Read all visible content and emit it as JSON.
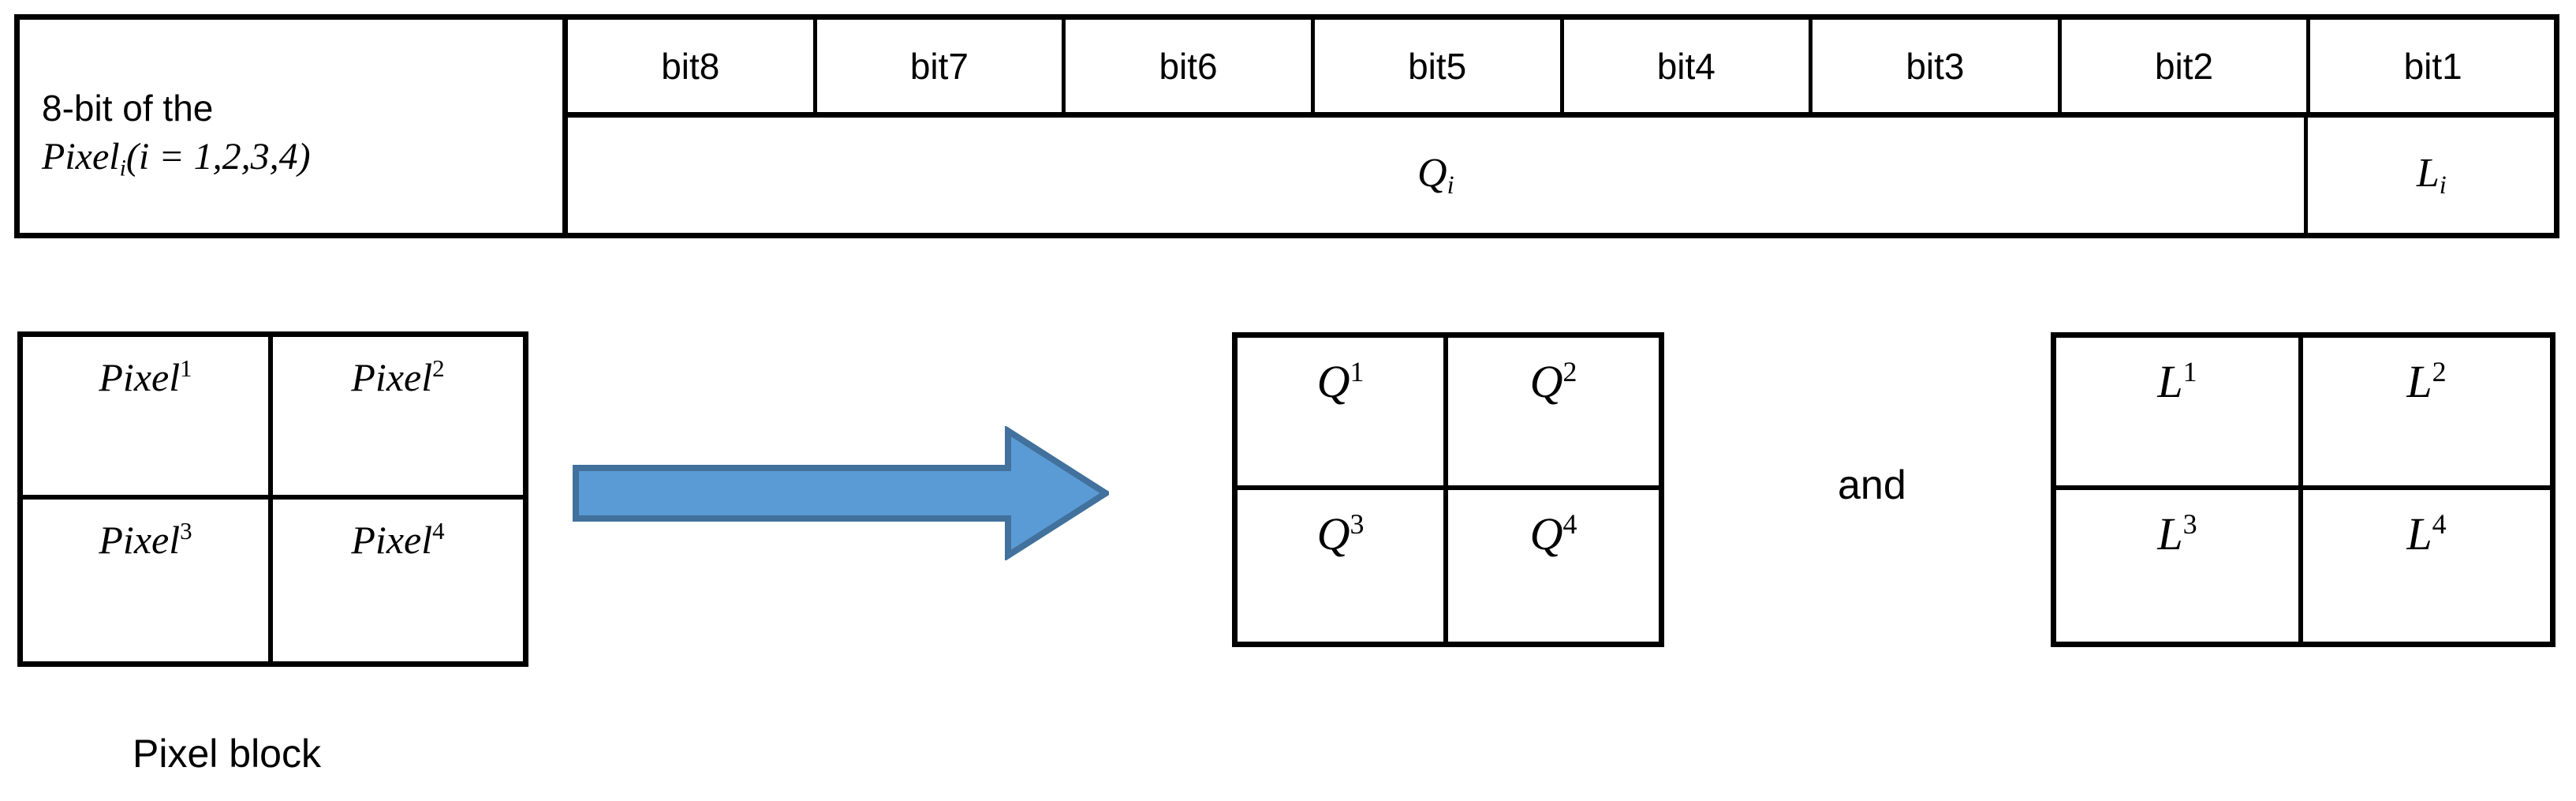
{
  "table": {
    "header_cell": {
      "line1": "8-bit of the",
      "line2_base": "Pixel",
      "line2_sub": "i",
      "line2_rest": "(i = 1,2,3,4)"
    },
    "bit_columns": [
      {
        "label": "bit8"
      },
      {
        "label": "bit7"
      },
      {
        "label": "bit6"
      },
      {
        "label": "bit5"
      },
      {
        "label": "bit4"
      },
      {
        "label": "bit3"
      },
      {
        "label": "bit2"
      },
      {
        "label": "bit1"
      }
    ],
    "second_row": {
      "q_base": "Q",
      "q_sub": "i",
      "l_base": "L",
      "l_sub": "i"
    }
  },
  "diagram": {
    "pixel_block": {
      "caption": "Pixel block",
      "cells": [
        {
          "base": "Pixel",
          "sub": "1"
        },
        {
          "base": "Pixel",
          "sub": "2"
        },
        {
          "base": "Pixel",
          "sub": "3"
        },
        {
          "base": "Pixel",
          "sub": "4"
        }
      ]
    },
    "arrow": {
      "icon": "right-block-arrow-icon",
      "fill": "#5B9BD5",
      "stroke": "#41719C"
    },
    "q_block": {
      "cells": [
        {
          "base": "Q",
          "sub": "1"
        },
        {
          "base": "Q",
          "sub": "2"
        },
        {
          "base": "Q",
          "sub": "3"
        },
        {
          "base": "Q",
          "sub": "4"
        }
      ]
    },
    "conjunction": "and",
    "l_block": {
      "cells": [
        {
          "base": "L",
          "sub": "1"
        },
        {
          "base": "L",
          "sub": "2"
        },
        {
          "base": "L",
          "sub": "3"
        },
        {
          "base": "L",
          "sub": "4"
        }
      ]
    }
  },
  "colors": {
    "border": "#000000",
    "background": "#FFFFFF",
    "arrow_fill": "#5B9BD5",
    "arrow_stroke": "#41719C"
  }
}
